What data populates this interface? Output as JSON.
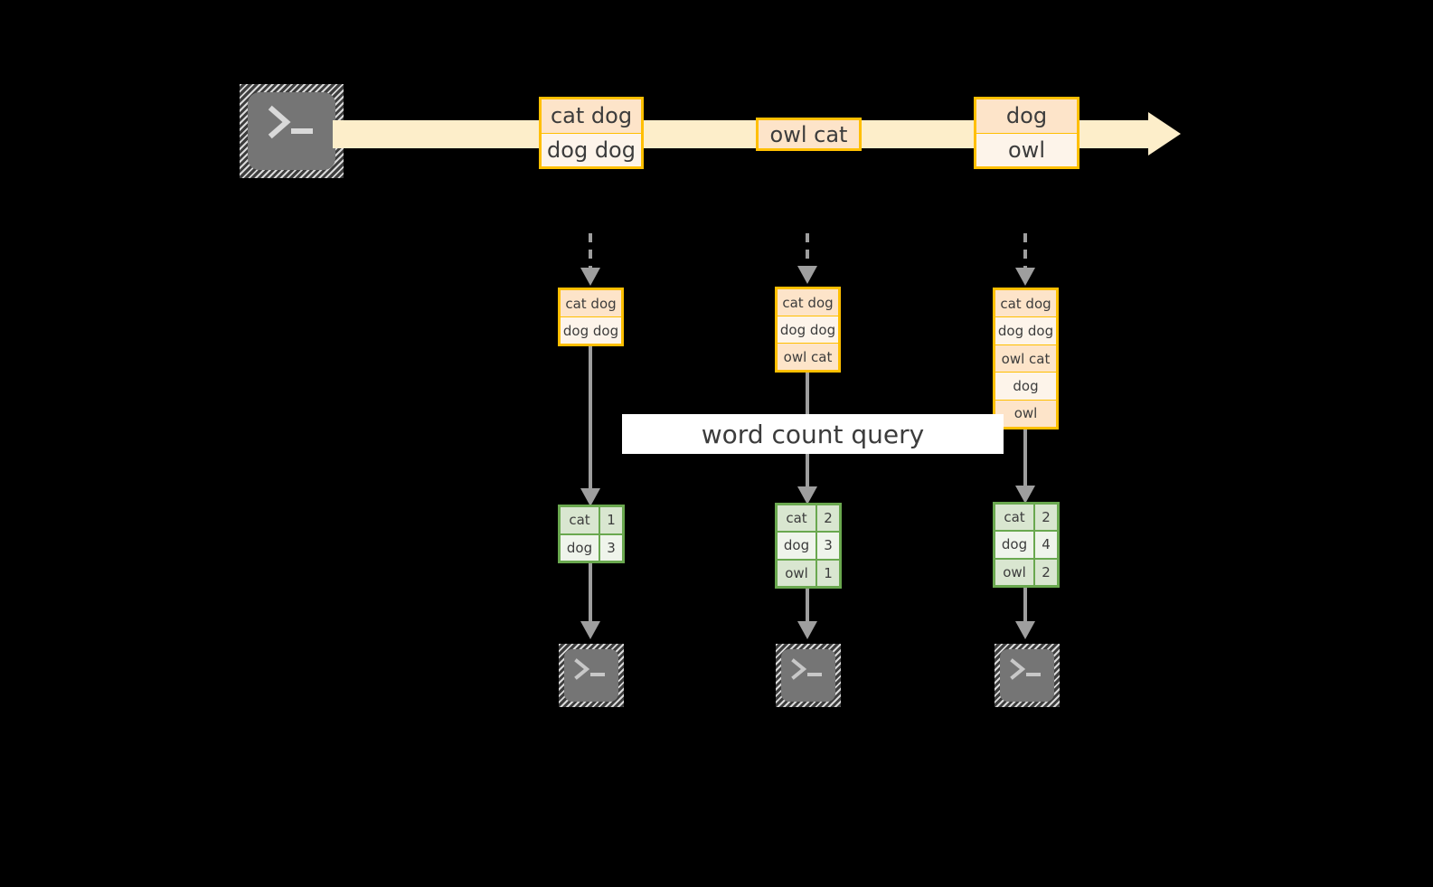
{
  "diagram": {
    "title": "word count streaming query",
    "colors": {
      "background": "#000000",
      "stream_band": "#fdeeca",
      "record_border": "#ffbf00",
      "record_fill_dark": "#fde4c9",
      "record_fill_light": "#fdf4ea",
      "result_border": "#6aa84f",
      "result_fill_dark": "#d9e6d0",
      "result_fill_light": "#eff4eb",
      "connector": "#9e9e9e",
      "label_background": "#ffffff",
      "text": "#3c3c3c",
      "terminal_fill": "#757575"
    }
  },
  "source": {
    "icon": "terminal-icon",
    "prompt": ">_"
  },
  "stream": {
    "groups": [
      {
        "name": "stream-records-group-1",
        "rows": [
          {
            "text": "cat dog",
            "shade": "dark"
          },
          {
            "text": "dog dog",
            "shade": "light"
          }
        ]
      },
      {
        "name": "stream-records-group-2",
        "rows": [
          {
            "text": "owl cat",
            "shade": "dark"
          }
        ]
      },
      {
        "name": "stream-records-group-3",
        "rows": [
          {
            "text": "dog",
            "shade": "dark"
          },
          {
            "text": "owl",
            "shade": "light"
          }
        ]
      }
    ]
  },
  "query": {
    "label": "word count query"
  },
  "columns": [
    {
      "name": "trigger-1",
      "input_table": {
        "name": "input-table-1",
        "rows": [
          {
            "text": "cat dog",
            "shade": "dark"
          },
          {
            "text": "dog dog",
            "shade": "light"
          }
        ]
      },
      "result_table": {
        "name": "result-table-1",
        "rows": [
          {
            "key": "cat",
            "value": "1",
            "shade": "dark"
          },
          {
            "key": "dog",
            "value": "3",
            "shade": "light"
          }
        ]
      },
      "sink": {
        "icon": "terminal-icon",
        "prompt": ">_"
      }
    },
    {
      "name": "trigger-2",
      "input_table": {
        "name": "input-table-2",
        "rows": [
          {
            "text": "cat dog",
            "shade": "dark"
          },
          {
            "text": "dog dog",
            "shade": "light"
          },
          {
            "text": "owl cat",
            "shade": "dark"
          }
        ]
      },
      "result_table": {
        "name": "result-table-2",
        "rows": [
          {
            "key": "cat",
            "value": "2",
            "shade": "dark"
          },
          {
            "key": "dog",
            "value": "3",
            "shade": "light"
          },
          {
            "key": "owl",
            "value": "1",
            "shade": "dark"
          }
        ]
      },
      "sink": {
        "icon": "terminal-icon",
        "prompt": ">_"
      }
    },
    {
      "name": "trigger-3",
      "input_table": {
        "name": "input-table-3",
        "rows": [
          {
            "text": "cat dog",
            "shade": "dark"
          },
          {
            "text": "dog dog",
            "shade": "light"
          },
          {
            "text": "owl cat",
            "shade": "dark"
          },
          {
            "text": "dog",
            "shade": "light"
          },
          {
            "text": "owl",
            "shade": "dark"
          }
        ]
      },
      "result_table": {
        "name": "result-table-3",
        "rows": [
          {
            "key": "cat",
            "value": "2",
            "shade": "dark"
          },
          {
            "key": "dog",
            "value": "4",
            "shade": "light"
          },
          {
            "key": "owl",
            "value": "2",
            "shade": "dark"
          }
        ]
      },
      "sink": {
        "icon": "terminal-icon",
        "prompt": ">_"
      }
    }
  ]
}
